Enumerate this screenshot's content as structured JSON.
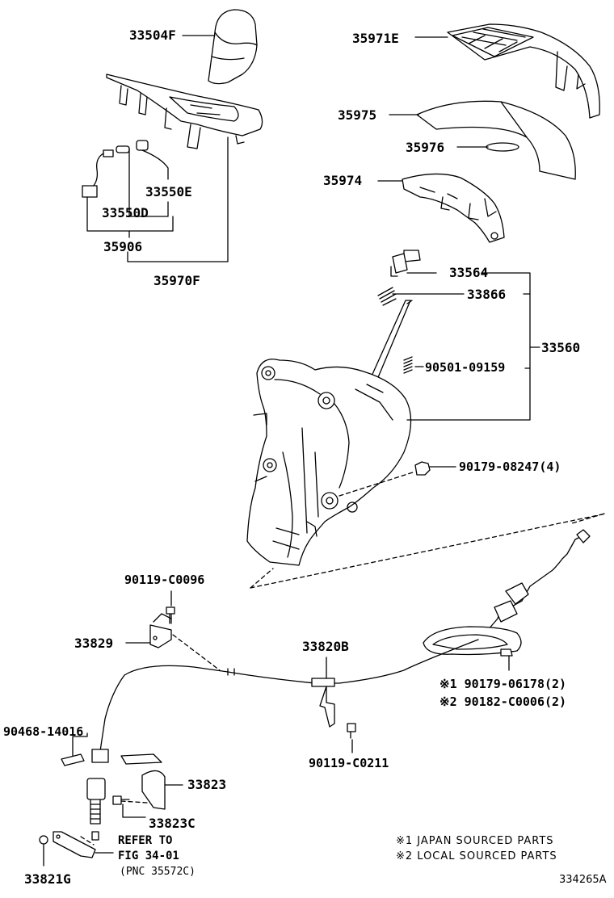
{
  "labels": {
    "p33504F": "33504F",
    "p35971E": "35971E",
    "p35975": "35975",
    "p35976": "35976",
    "p35974": "35974",
    "p33550E": "33550E",
    "p33550D": "33550D",
    "p35906": "35906",
    "p35970F": "35970F",
    "p33564": "33564",
    "p33866": "33866",
    "p33560": "33560",
    "p90501": "90501-09159",
    "p90179a": "90179-08247(4)",
    "p90119a": "90119-C0096",
    "p33829": "33829",
    "p33820B": "33820B",
    "p90179b": "※1 90179-06178(2)",
    "p90182": "※2 90182-C0006(2)",
    "p90468": "90468-14016",
    "p90119b": "90119-C0211",
    "p33823": "33823",
    "p33823C": "33823C",
    "p33821G": "33821G"
  },
  "reference": {
    "line1": "REFER TO",
    "line2": "FIG 34-01",
    "line3": "(PNC 35572C)"
  },
  "notes": {
    "n1": "※1 JAPAN SOURCED PARTS",
    "n2": "※2 LOCAL SOURCED PARTS"
  },
  "figure_code": "334265A"
}
